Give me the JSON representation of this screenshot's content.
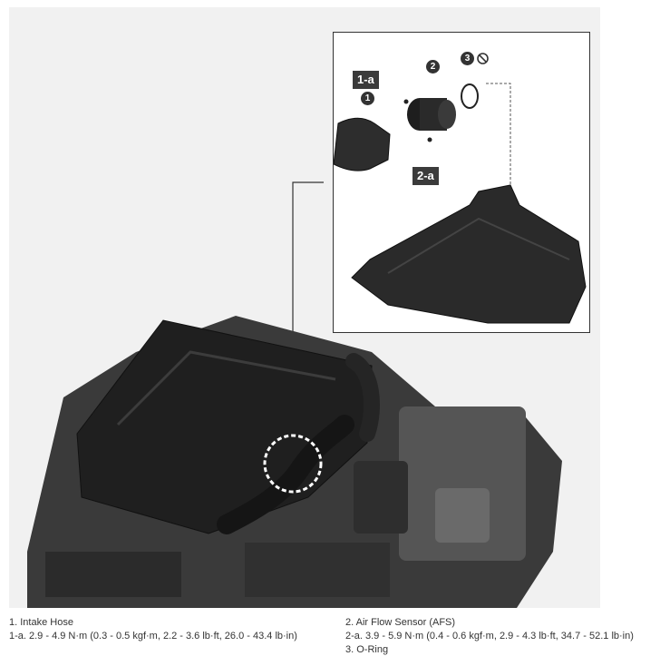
{
  "callouts": {
    "part1_tag": "1-a",
    "part2_tag": "2-a",
    "num1": "1",
    "num2": "2",
    "num3": "3"
  },
  "legend": {
    "left": [
      "1. Intake Hose",
      "1-a. 2.9 - 4.9 N·m (0.3 - 0.5 kgf·m, 2.2 - 3.6 lb·ft, 26.0 - 43.4 lb·in)"
    ],
    "right": [
      "2. Air Flow Sensor (AFS)",
      "2-a. 3.9 - 5.9 N·m (0.4 - 0.6 kgf·m, 2.9 - 4.3 lb·ft, 34.7 - 52.1 lb·in)",
      "3. O-Ring"
    ]
  },
  "colors": {
    "background": "#f1f1f1",
    "engine": "#2a2a2a",
    "cover": "#1e1e1e"
  }
}
